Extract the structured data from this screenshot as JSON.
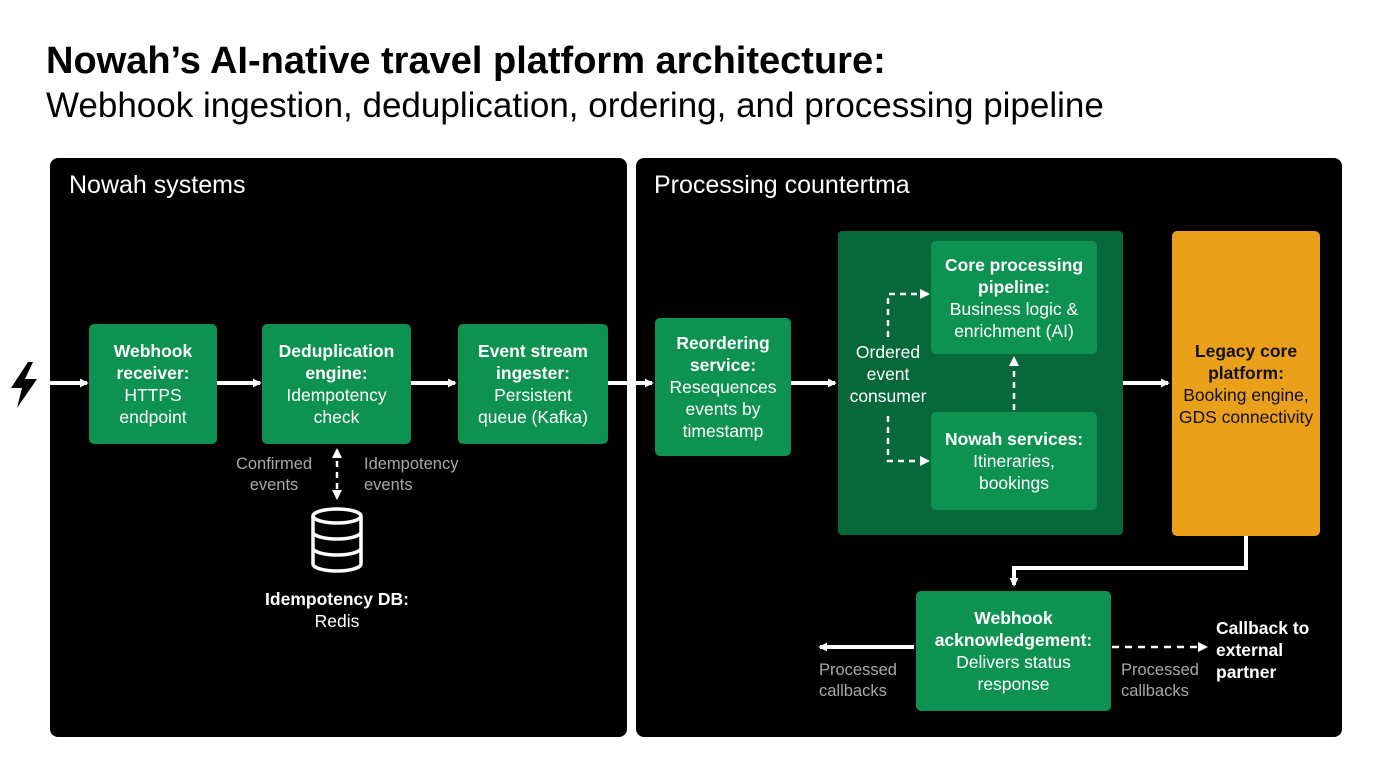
{
  "title": "Nowah’s AI-native travel platform architecture:",
  "subtitle": "Webhook ingestion, deduplication, ordering, and processing pipeline",
  "panels": {
    "left_label": "Nowah systems",
    "right_label": "Processing countertma"
  },
  "nodes": {
    "receiver": {
      "title": "Webhook receiver:",
      "text": "HTTPS endpoint"
    },
    "dedup": {
      "title": "Deduplication engine:",
      "text": "Idempotency check"
    },
    "ingester": {
      "title": "Event stream ingester:",
      "text": "Persistent queue (Kafka)"
    },
    "reorder": {
      "title": "Reordering service:",
      "text": "Resequences events by timestamp"
    },
    "core": {
      "title": "Core processing pipeline:",
      "text": "Business logic & enrichment (AI)"
    },
    "services": {
      "title": "Nowah services:",
      "text": "Itineraries, bookings"
    },
    "legacy": {
      "title": "Legacy core platform:",
      "text": "Booking engine, GDS connectivity"
    },
    "ack": {
      "title": "Webhook acknowledgement:",
      "text": "Delivers status response"
    },
    "db": {
      "title": "Idempotency DB:",
      "text": "Redis"
    }
  },
  "labels": {
    "consumer": "Ordered event consumer",
    "confirmed": "Confirmed events",
    "idem_events": "Idempotency events",
    "processed_left": "Processed callbacks",
    "processed_right": "Processed callbacks",
    "callback": "Callback to external partner"
  },
  "icons": {
    "source": "lightning-bolt-icon",
    "database": "database-icon"
  },
  "colors": {
    "panel": "#000000",
    "node_green": "#0d9251",
    "container_green": "#07683a",
    "legacy_orange": "#eba01c",
    "muted_text": "#a8a8a8"
  }
}
